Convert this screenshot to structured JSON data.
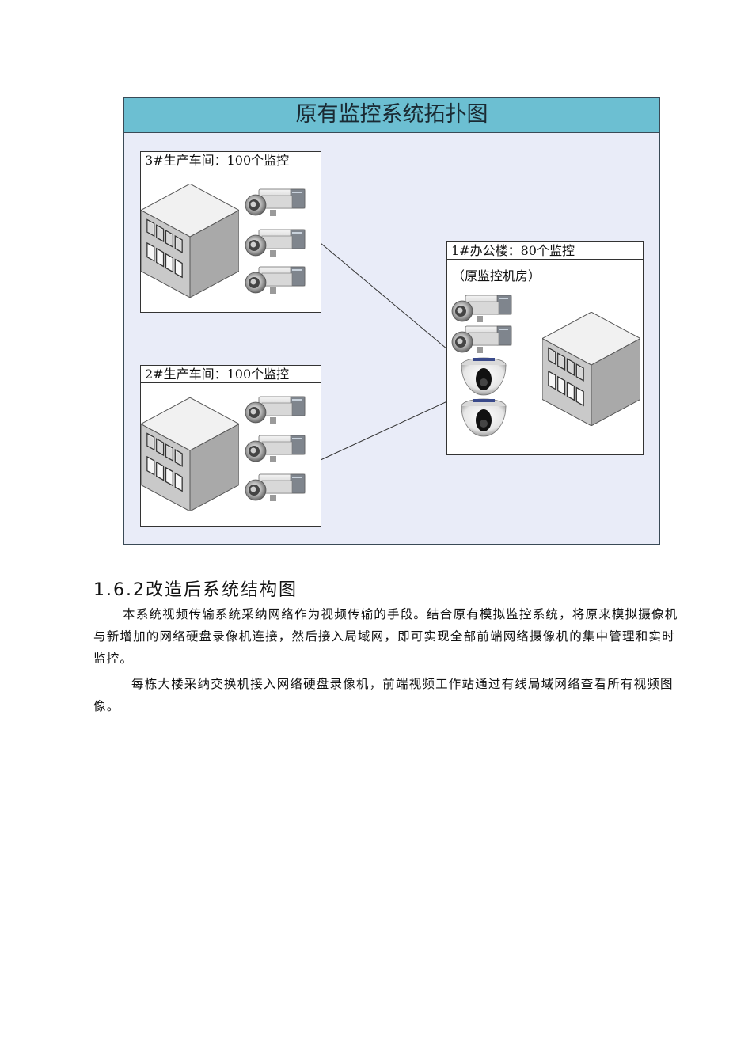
{
  "diagram": {
    "title": "原有监控系统拓扑图",
    "zones": {
      "workshop3": {
        "label": "3#生产车间：100个监控"
      },
      "workshop2": {
        "label": "2#生产车间：100个监控"
      },
      "office1": {
        "label": "1#办公楼：80个监控",
        "sublabel": "（原监控机房）"
      }
    },
    "icons": [
      "building-icon",
      "box-camera-icon",
      "dome-camera-icon"
    ],
    "colors": {
      "title_bar": "#6cbfd2",
      "background": "#e9ecf8"
    }
  },
  "section": {
    "heading": "1.6.2改造后系统结构图",
    "paragraphs": [
      "本系统视频传输系统采纳网络作为视频传输的手段。结合原有模拟监控系统，将原来模拟摄像机与新增加的网络硬盘录像机连接，然后接入局域网，即可实现全部前端网络摄像机的集中管理和实时监控。",
      "每栋大楼采纳交换机接入网络硬盘录像机，前端视频工作站通过有线局域网络查看所有视频图像。"
    ]
  }
}
